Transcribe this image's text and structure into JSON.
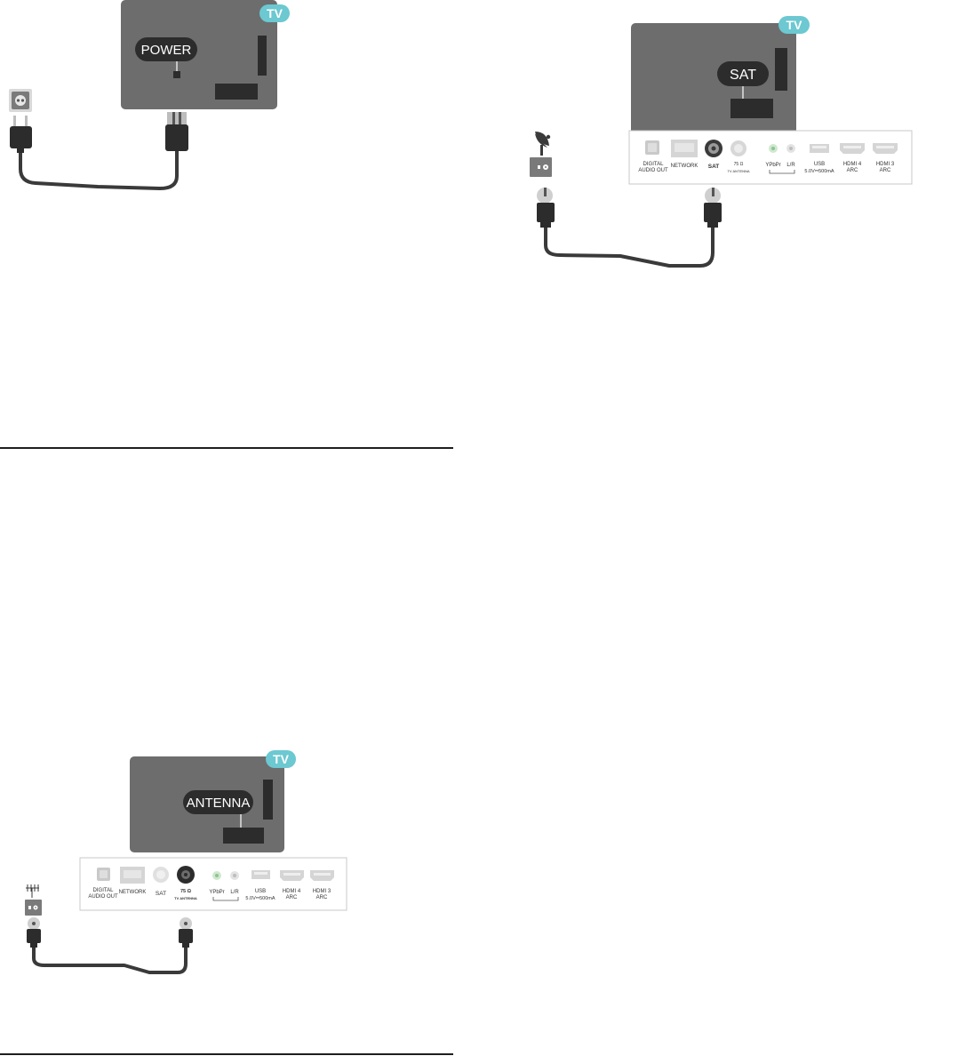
{
  "figure_power": {
    "tv_badge": "TV",
    "tv_label": "POWER"
  },
  "figure_satellite": {
    "tv_badge": "TV",
    "tv_label": "SAT",
    "ports": {
      "digital_audio_out_1": "DIGITAL",
      "digital_audio_out_2": "AUDIO OUT",
      "network": "NETWORK",
      "sat": "SAT",
      "antenna_1": "75 Ω",
      "antenna_2": "TV ANTENNA",
      "ypbpr": "YPbPr",
      "lr": "L/R",
      "usb_1": "USB",
      "usb_2": "5.0V⎓500mA",
      "hdmi4_1": "HDMI 4",
      "hdmi4_2": "ARC",
      "hdmi3_1": "HDMI 3",
      "hdmi3_2": "ARC"
    }
  },
  "figure_antenna": {
    "tv_badge": "TV",
    "tv_label": "ANTENNA",
    "ports": {
      "digital_audio_out_1": "DIGITAL",
      "digital_audio_out_2": "AUDIO OUT",
      "network": "NETWORK",
      "sat": "SAT",
      "antenna_1": "75 Ω",
      "antenna_2": "TV ANTENNA",
      "ypbpr": "YPbPr",
      "lr": "L/R",
      "usb_1": "USB",
      "usb_2": "5.0V⎓500mA",
      "hdmi4_1": "HDMI 4",
      "hdmi4_2": "ARC",
      "hdmi3_1": "HDMI 3",
      "hdmi3_2": "ARC"
    }
  },
  "colors": {
    "tv_body": "#6d6d6d",
    "badge": "#6cc8d1",
    "dark": "#2c2c2c",
    "cable": "#3a3a3a",
    "panel_border": "#c8c8c8"
  }
}
